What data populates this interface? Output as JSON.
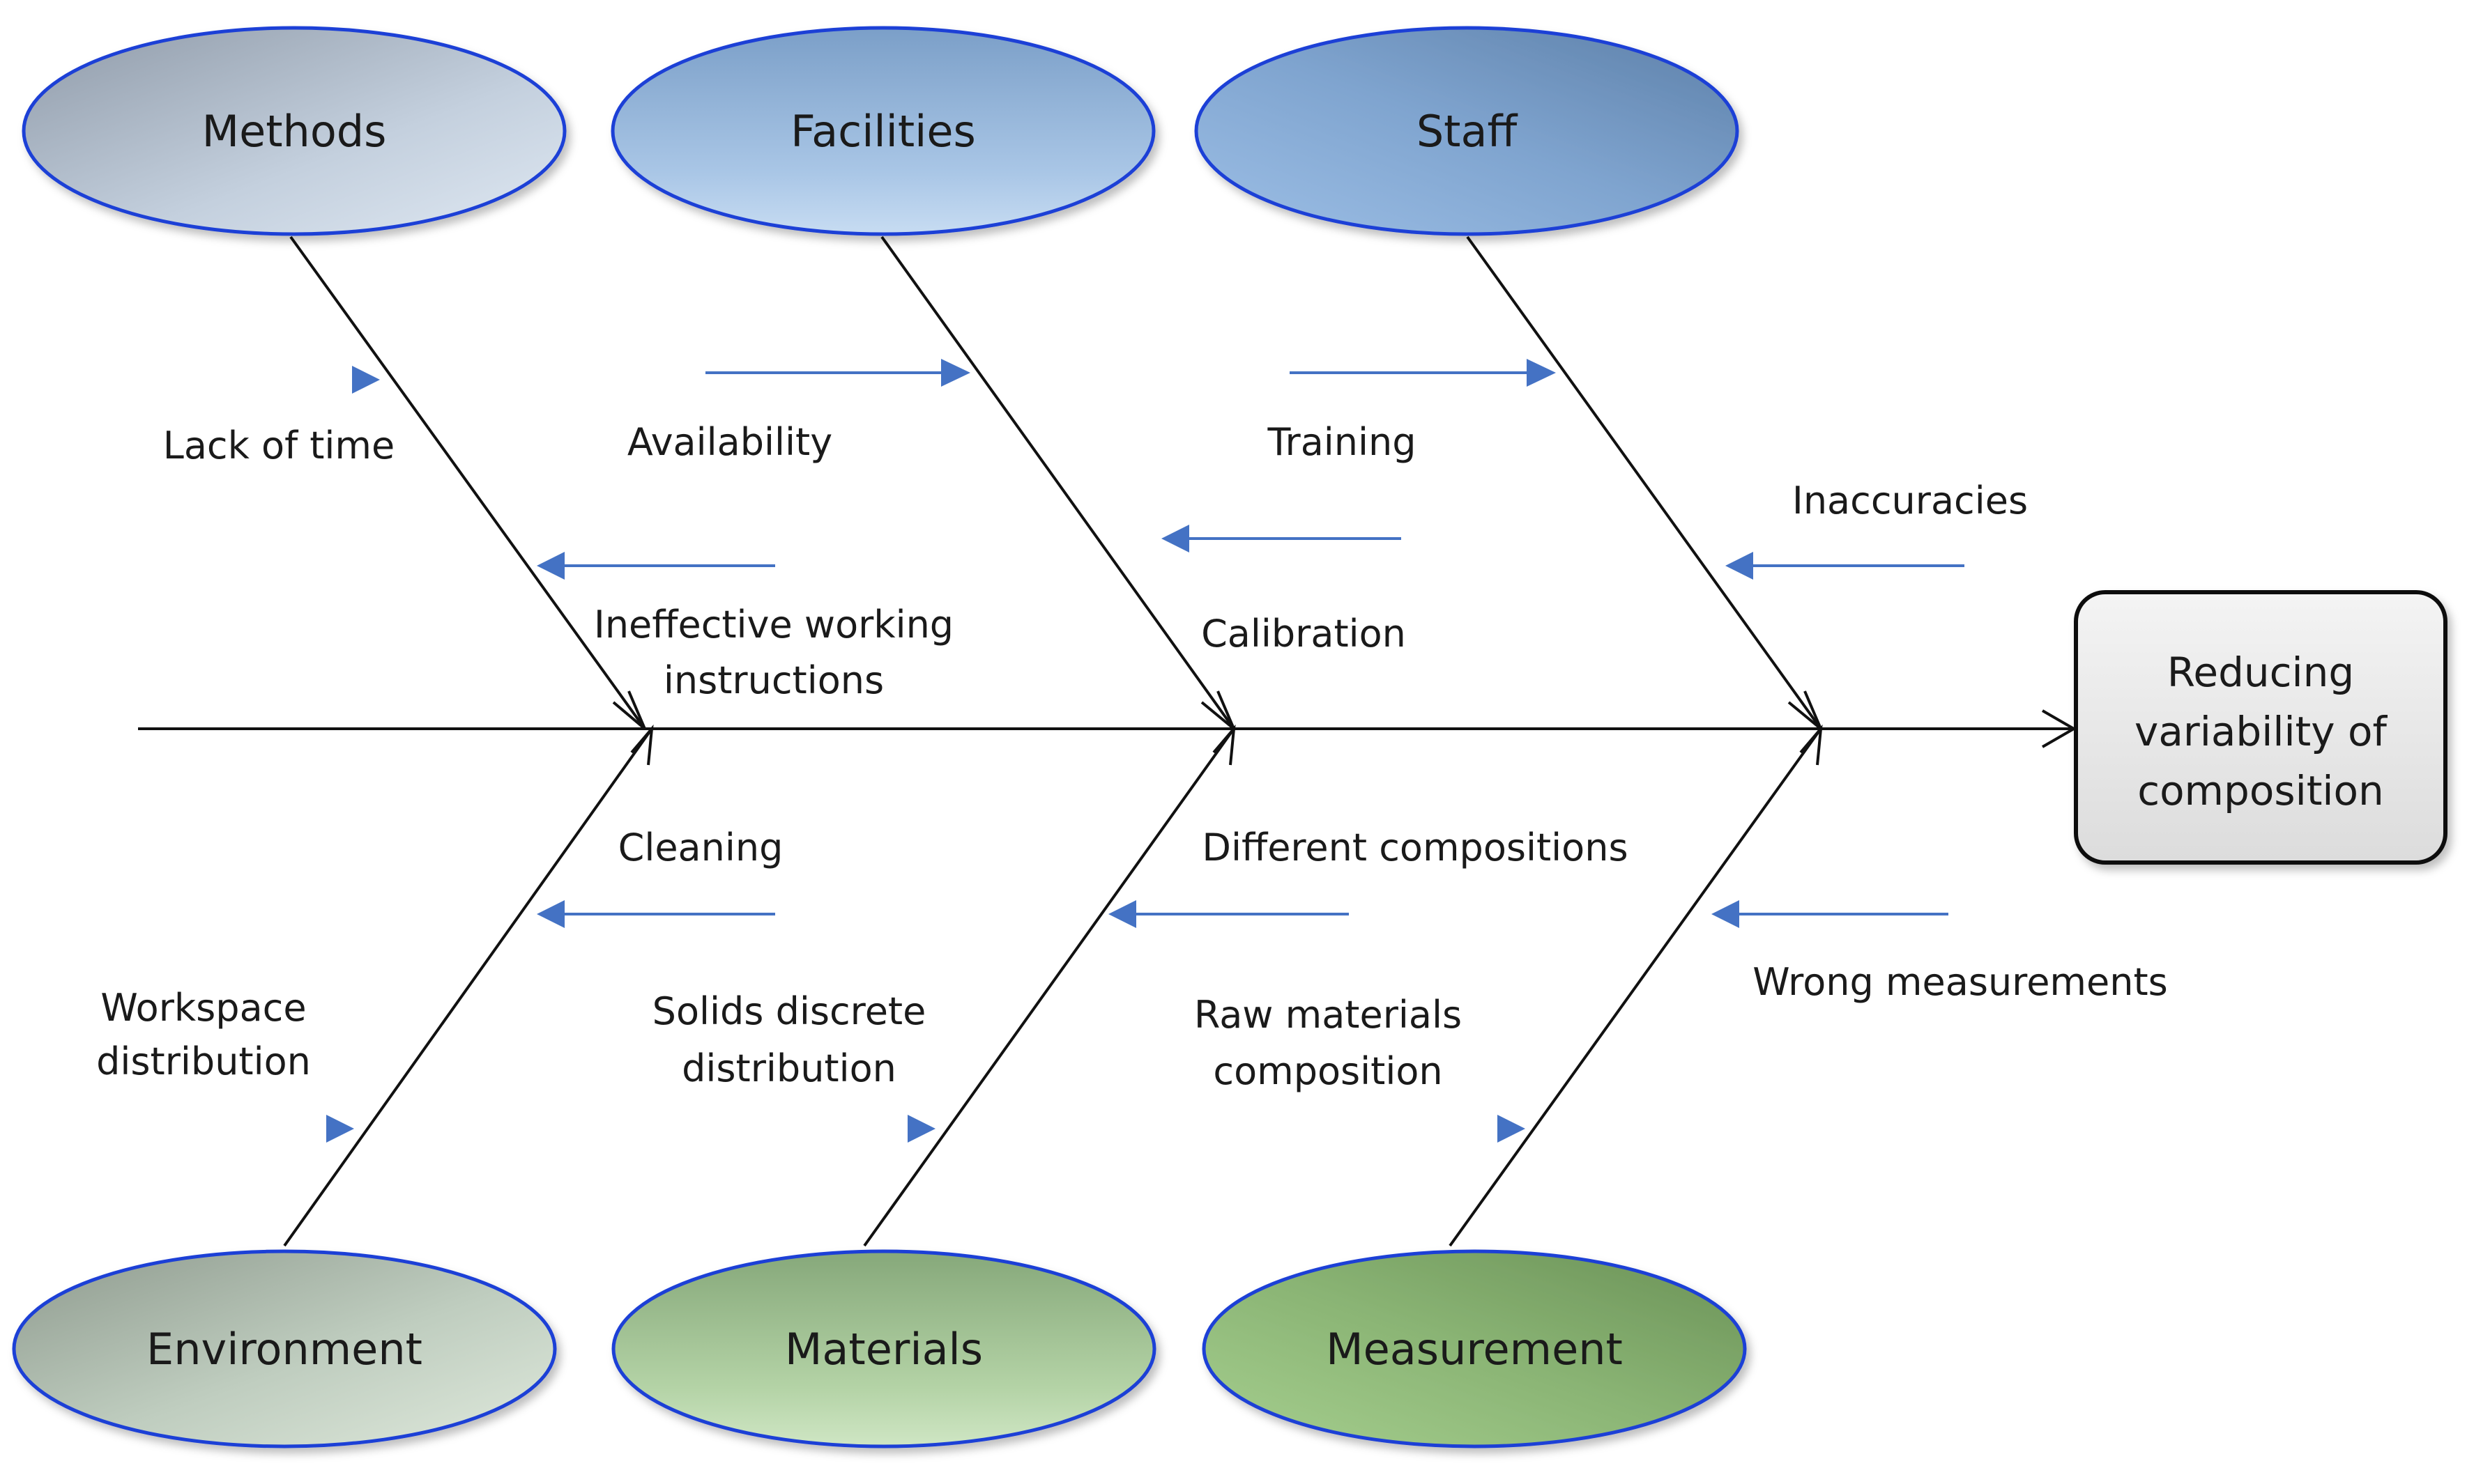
{
  "diagram": {
    "categories": {
      "methods": "Methods",
      "facilities": "Facilities",
      "staff": "Staff",
      "environment": "Environment",
      "materials": "Materials",
      "measurement": "Measurement"
    },
    "causes": {
      "lack_of_time": "Lack of time",
      "ineffective_1": "Ineffective working",
      "ineffective_2": "instructions",
      "availability": "Availability",
      "calibration": "Calibration",
      "training": "Training",
      "inaccuracies": "Inaccuracies",
      "cleaning": "Cleaning",
      "workspace_1": "Workspace",
      "workspace_2": "distribution",
      "solids_1": "Solids discrete",
      "solids_2": "distribution",
      "different_compositions": "Different compositions",
      "raw_1": "Raw materials",
      "raw_2": "composition",
      "wrong_measurements": "Wrong measurements"
    },
    "effect": {
      "line1": "Reducing",
      "line2": "variability of",
      "line3": "composition"
    }
  }
}
